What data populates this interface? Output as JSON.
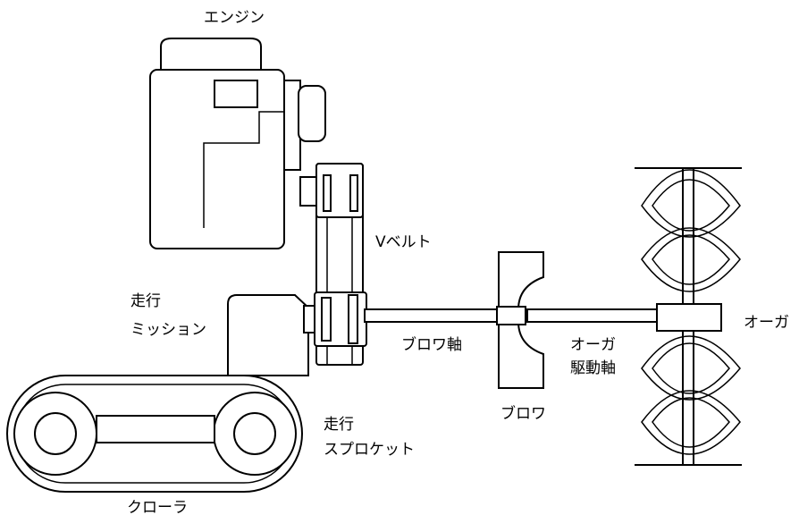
{
  "labels": {
    "engine": "エンジン",
    "v_belt": "Vベルト",
    "travel_mission_1": "走行",
    "travel_mission_2": "ミッション",
    "blower_shaft": "ブロワ軸",
    "auger_drive_shaft_1": "オーガ",
    "auger_drive_shaft_2": "駆動軸",
    "blower": "ブロワ",
    "auger": "オーガ",
    "travel_sprocket_1": "走行",
    "travel_sprocket_2": "スプロケット",
    "crawler": "クローラ"
  },
  "colors": {
    "stroke": "#000000",
    "fill": "#ffffff"
  }
}
